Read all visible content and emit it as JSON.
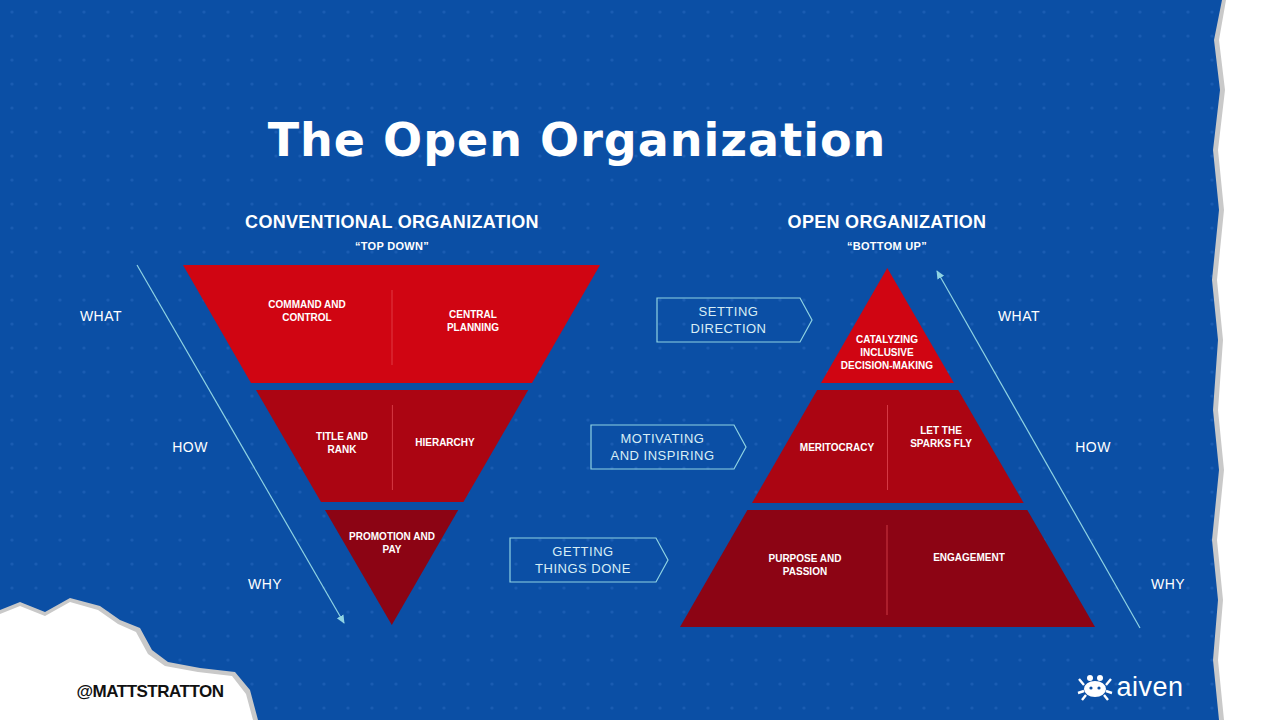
{
  "diagram": {
    "title": "The Open Organization",
    "nodes": [
      {
        "text": [
          "COMMAND AND CONTROL",
          "CENTRAL PLANNING"
        ]
      },
      {
        "text": [
          "TITLE AND RANK",
          "HIERARCHY"
        ]
      },
      {
        "text": [
          "PROMOTION AND PAY"
        ]
      },
      {
        "text": [
          "SETTING DIRECTION"
        ]
      },
      {
        "text": [
          "MOTIVATING AND INSPIRING"
        ]
      },
      {
        "text": [
          "GETTING THINGS DONE"
        ]
      },
      {
        "text": [
          "CATALYZING INCLUSIVE DECISION-MAKING"
        ]
      },
      {
        "text": [
          "MERITOCRACY",
          "LET THE SPARKS FLY"
        ]
      },
      {
        "text": [
          "PURPOSE AND PASSION",
          "ENGAGEMENT"
        ]
      }
    ],
    "labels": [
      "CONVENTIONAL ORGANIZATION",
      "“TOP DOWN”",
      "OPEN ORGANIZATION",
      "“BOTTOM UP”",
      "WHAT",
      "HOW",
      "WHY",
      "WHAT",
      "HOW",
      "WHY",
      "@MATTSTRATTON",
      "aiven"
    ]
  }
}
